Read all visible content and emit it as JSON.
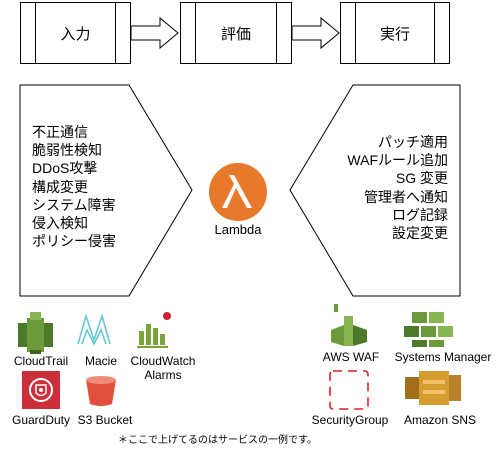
{
  "stages": {
    "input": "入力",
    "evaluate": "評価",
    "execute": "実行"
  },
  "input_list": [
    "不正通信",
    "脆弱性検知",
    "DDoS攻撃",
    "構成変更",
    "システム障害",
    "侵入検知",
    "ポリシー侵害"
  ],
  "center": {
    "label": "Lambda",
    "icon": "lambda-icon"
  },
  "action_list": [
    "パッチ適用",
    "WAFルール追加",
    "SG 変更",
    "管理者へ通知",
    "ログ記録",
    "設定変更"
  ],
  "sources": [
    {
      "label": "CloudTrail",
      "icon": "cloudtrail-icon"
    },
    {
      "label": "Macie",
      "icon": "macie-icon"
    },
    {
      "label": "CloudWatch\nAlarms",
      "icon": "cloudwatch-alarms-icon"
    },
    {
      "label": "GuardDuty",
      "icon": "guardduty-icon"
    },
    {
      "label": "S3 Bucket",
      "icon": "s3-bucket-icon"
    }
  ],
  "targets": [
    {
      "label": "AWS WAF",
      "icon": "aws-waf-icon"
    },
    {
      "label": "Systems Manager",
      "icon": "systems-manager-icon"
    },
    {
      "label": "SecurityGroup",
      "icon": "security-group-icon"
    },
    {
      "label": "Amazon SNS",
      "icon": "amazon-sns-icon"
    }
  ],
  "footnote": "＊ここで上げてるのはサービスの一例です。",
  "colors": {
    "lambda": "#e7792b",
    "cloudtrail": "#6c9a3b",
    "macie": "#67c7d4",
    "cloudwatch": "#7aa33c",
    "guardduty": "#cc2f3a",
    "s3": "#e0503d",
    "waf": "#6b9a3a",
    "ssm": "#6b9a3a",
    "sg": "#e02020",
    "sns": "#d59c2e"
  }
}
